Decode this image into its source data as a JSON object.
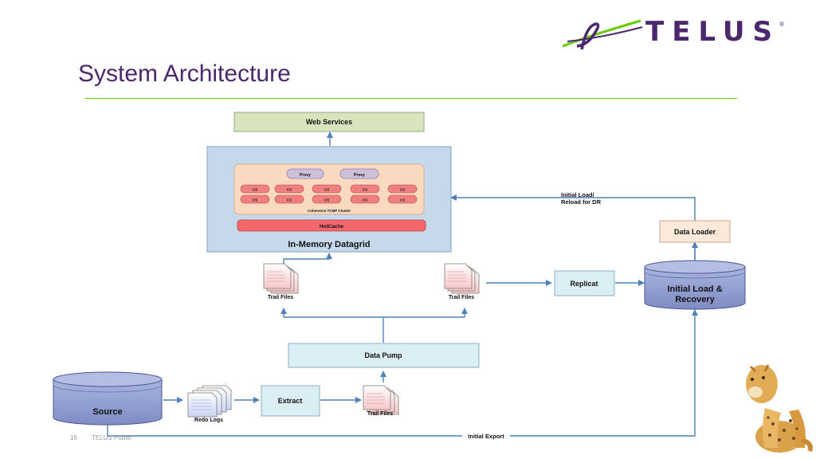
{
  "slide": {
    "title": "System Architecture",
    "brand": "TELUS",
    "brand_reg": "®",
    "footer_page": "16",
    "footer_text": "TELUS Public"
  },
  "diagram": {
    "web_services": "Web Services",
    "datagrid_label": "In-Memory Datagrid",
    "proxy_label": "Proxy",
    "cs_label": "CS",
    "cluster_label": "Coherence TCMP Cluster",
    "hotcache_label": "HotCache",
    "trail_files": "Trail Files",
    "replicat": "Replicat",
    "data_loader": "Data Loader",
    "initial_load_line1": "Initial Load &",
    "initial_load_line2": "Recovery",
    "reload_line1": "Initial Load/",
    "reload_line2": "Reload for DR",
    "data_pump": "Data Pump",
    "source": "Source",
    "redo_logs": "Redo Logs",
    "extract": "Extract",
    "initial_export": "Initial Export"
  },
  "colors": {
    "title_purple": "#4b286d",
    "accent_green": "#66cc00",
    "arrow_blue": "#4f81bd",
    "datagrid_fill": "#c6d9ec",
    "cluster_fill": "#f9d9bf",
    "cs_fill": "#f08080",
    "proxy_fill": "#ccc0da",
    "hotcache_fill": "#f4676b",
    "web_services_fill": "#d8e4bc",
    "process_fill": "#dbeef4",
    "loader_fill": "#fde9d9",
    "cylinder_fill": "#8e9bd0"
  },
  "icons": [
    "telus-logo",
    "cheetah-mascot",
    "document-stack-icon",
    "database-cylinder-icon"
  ]
}
